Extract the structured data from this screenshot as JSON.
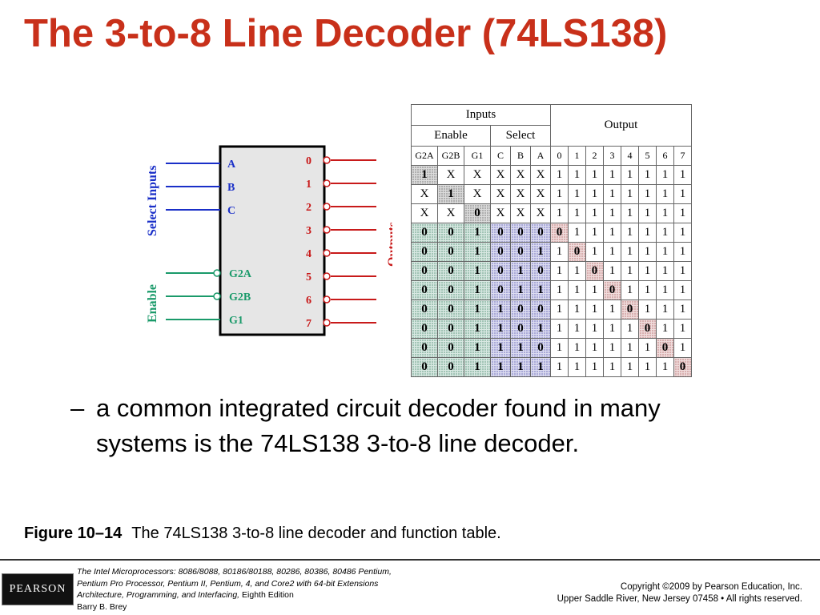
{
  "title": "The 3-to-8 Line Decoder (74LS138)",
  "diagram": {
    "select_label": "Select Inputs",
    "enable_label": "Enable",
    "outputs_label": "Outputs",
    "input_pins": [
      "A",
      "B",
      "C"
    ],
    "enable_pins": [
      "G2A",
      "G2B",
      "G1"
    ],
    "output_pins": [
      "0",
      "1",
      "2",
      "3",
      "4",
      "5",
      "6",
      "7"
    ]
  },
  "table": {
    "inputs_header": "Inputs",
    "output_header": "Output",
    "enable_header": "Enable",
    "select_header": "Select",
    "columns": [
      "G2A",
      "G2B",
      "G1",
      "C",
      "B",
      "A",
      "0",
      "1",
      "2",
      "3",
      "4",
      "5",
      "6",
      "7"
    ],
    "rows": [
      [
        "1",
        "X",
        "X",
        "X",
        "X",
        "X",
        "1",
        "1",
        "1",
        "1",
        "1",
        "1",
        "1",
        "1"
      ],
      [
        "X",
        "1",
        "X",
        "X",
        "X",
        "X",
        "1",
        "1",
        "1",
        "1",
        "1",
        "1",
        "1",
        "1"
      ],
      [
        "X",
        "X",
        "0",
        "X",
        "X",
        "X",
        "1",
        "1",
        "1",
        "1",
        "1",
        "1",
        "1",
        "1"
      ],
      [
        "0",
        "0",
        "1",
        "0",
        "0",
        "0",
        "0",
        "1",
        "1",
        "1",
        "1",
        "1",
        "1",
        "1"
      ],
      [
        "0",
        "0",
        "1",
        "0",
        "0",
        "1",
        "1",
        "0",
        "1",
        "1",
        "1",
        "1",
        "1",
        "1"
      ],
      [
        "0",
        "0",
        "1",
        "0",
        "1",
        "0",
        "1",
        "1",
        "0",
        "1",
        "1",
        "1",
        "1",
        "1"
      ],
      [
        "0",
        "0",
        "1",
        "0",
        "1",
        "1",
        "1",
        "1",
        "1",
        "0",
        "1",
        "1",
        "1",
        "1"
      ],
      [
        "0",
        "0",
        "1",
        "1",
        "0",
        "0",
        "1",
        "1",
        "1",
        "1",
        "0",
        "1",
        "1",
        "1"
      ],
      [
        "0",
        "0",
        "1",
        "1",
        "0",
        "1",
        "1",
        "1",
        "1",
        "1",
        "1",
        "0",
        "1",
        "1"
      ],
      [
        "0",
        "0",
        "1",
        "1",
        "1",
        "0",
        "1",
        "1",
        "1",
        "1",
        "1",
        "1",
        "0",
        "1"
      ],
      [
        "0",
        "0",
        "1",
        "1",
        "1",
        "1",
        "1",
        "1",
        "1",
        "1",
        "1",
        "1",
        "1",
        "0"
      ]
    ]
  },
  "bullet": {
    "dash": "–",
    "text": "a common integrated circuit decoder found in many systems is the 74LS138 3-to-8 line decoder."
  },
  "caption": {
    "figure": "Figure 10–14",
    "text": "The 74LS138 3-to-8 line decoder and function table."
  },
  "footer": {
    "logo": "PEARSON",
    "book_title": "The Intel Microprocessors:",
    "book_line1": "8086/8088, 80186/80188, 80286, 80386, 80486 Pentium,",
    "book_line2": "Pentium Pro Processor, Pentium II, Pentium, 4, and Core2 with 64-bit Extensions",
    "book_line3": "Architecture, Programming, and Interfacing,",
    "edition": "Eighth Edition",
    "author": "Barry B. Brey",
    "copyright": "Copyright ©2009 by Pearson Education, Inc.",
    "address": "Upper Saddle River, New Jersey 07458 • All rights reserved."
  },
  "colors": {
    "title": "#c8301a",
    "select_blue": "#1a2fc8",
    "enable_green": "#1a9a6a",
    "output_red": "#c81a1a"
  }
}
